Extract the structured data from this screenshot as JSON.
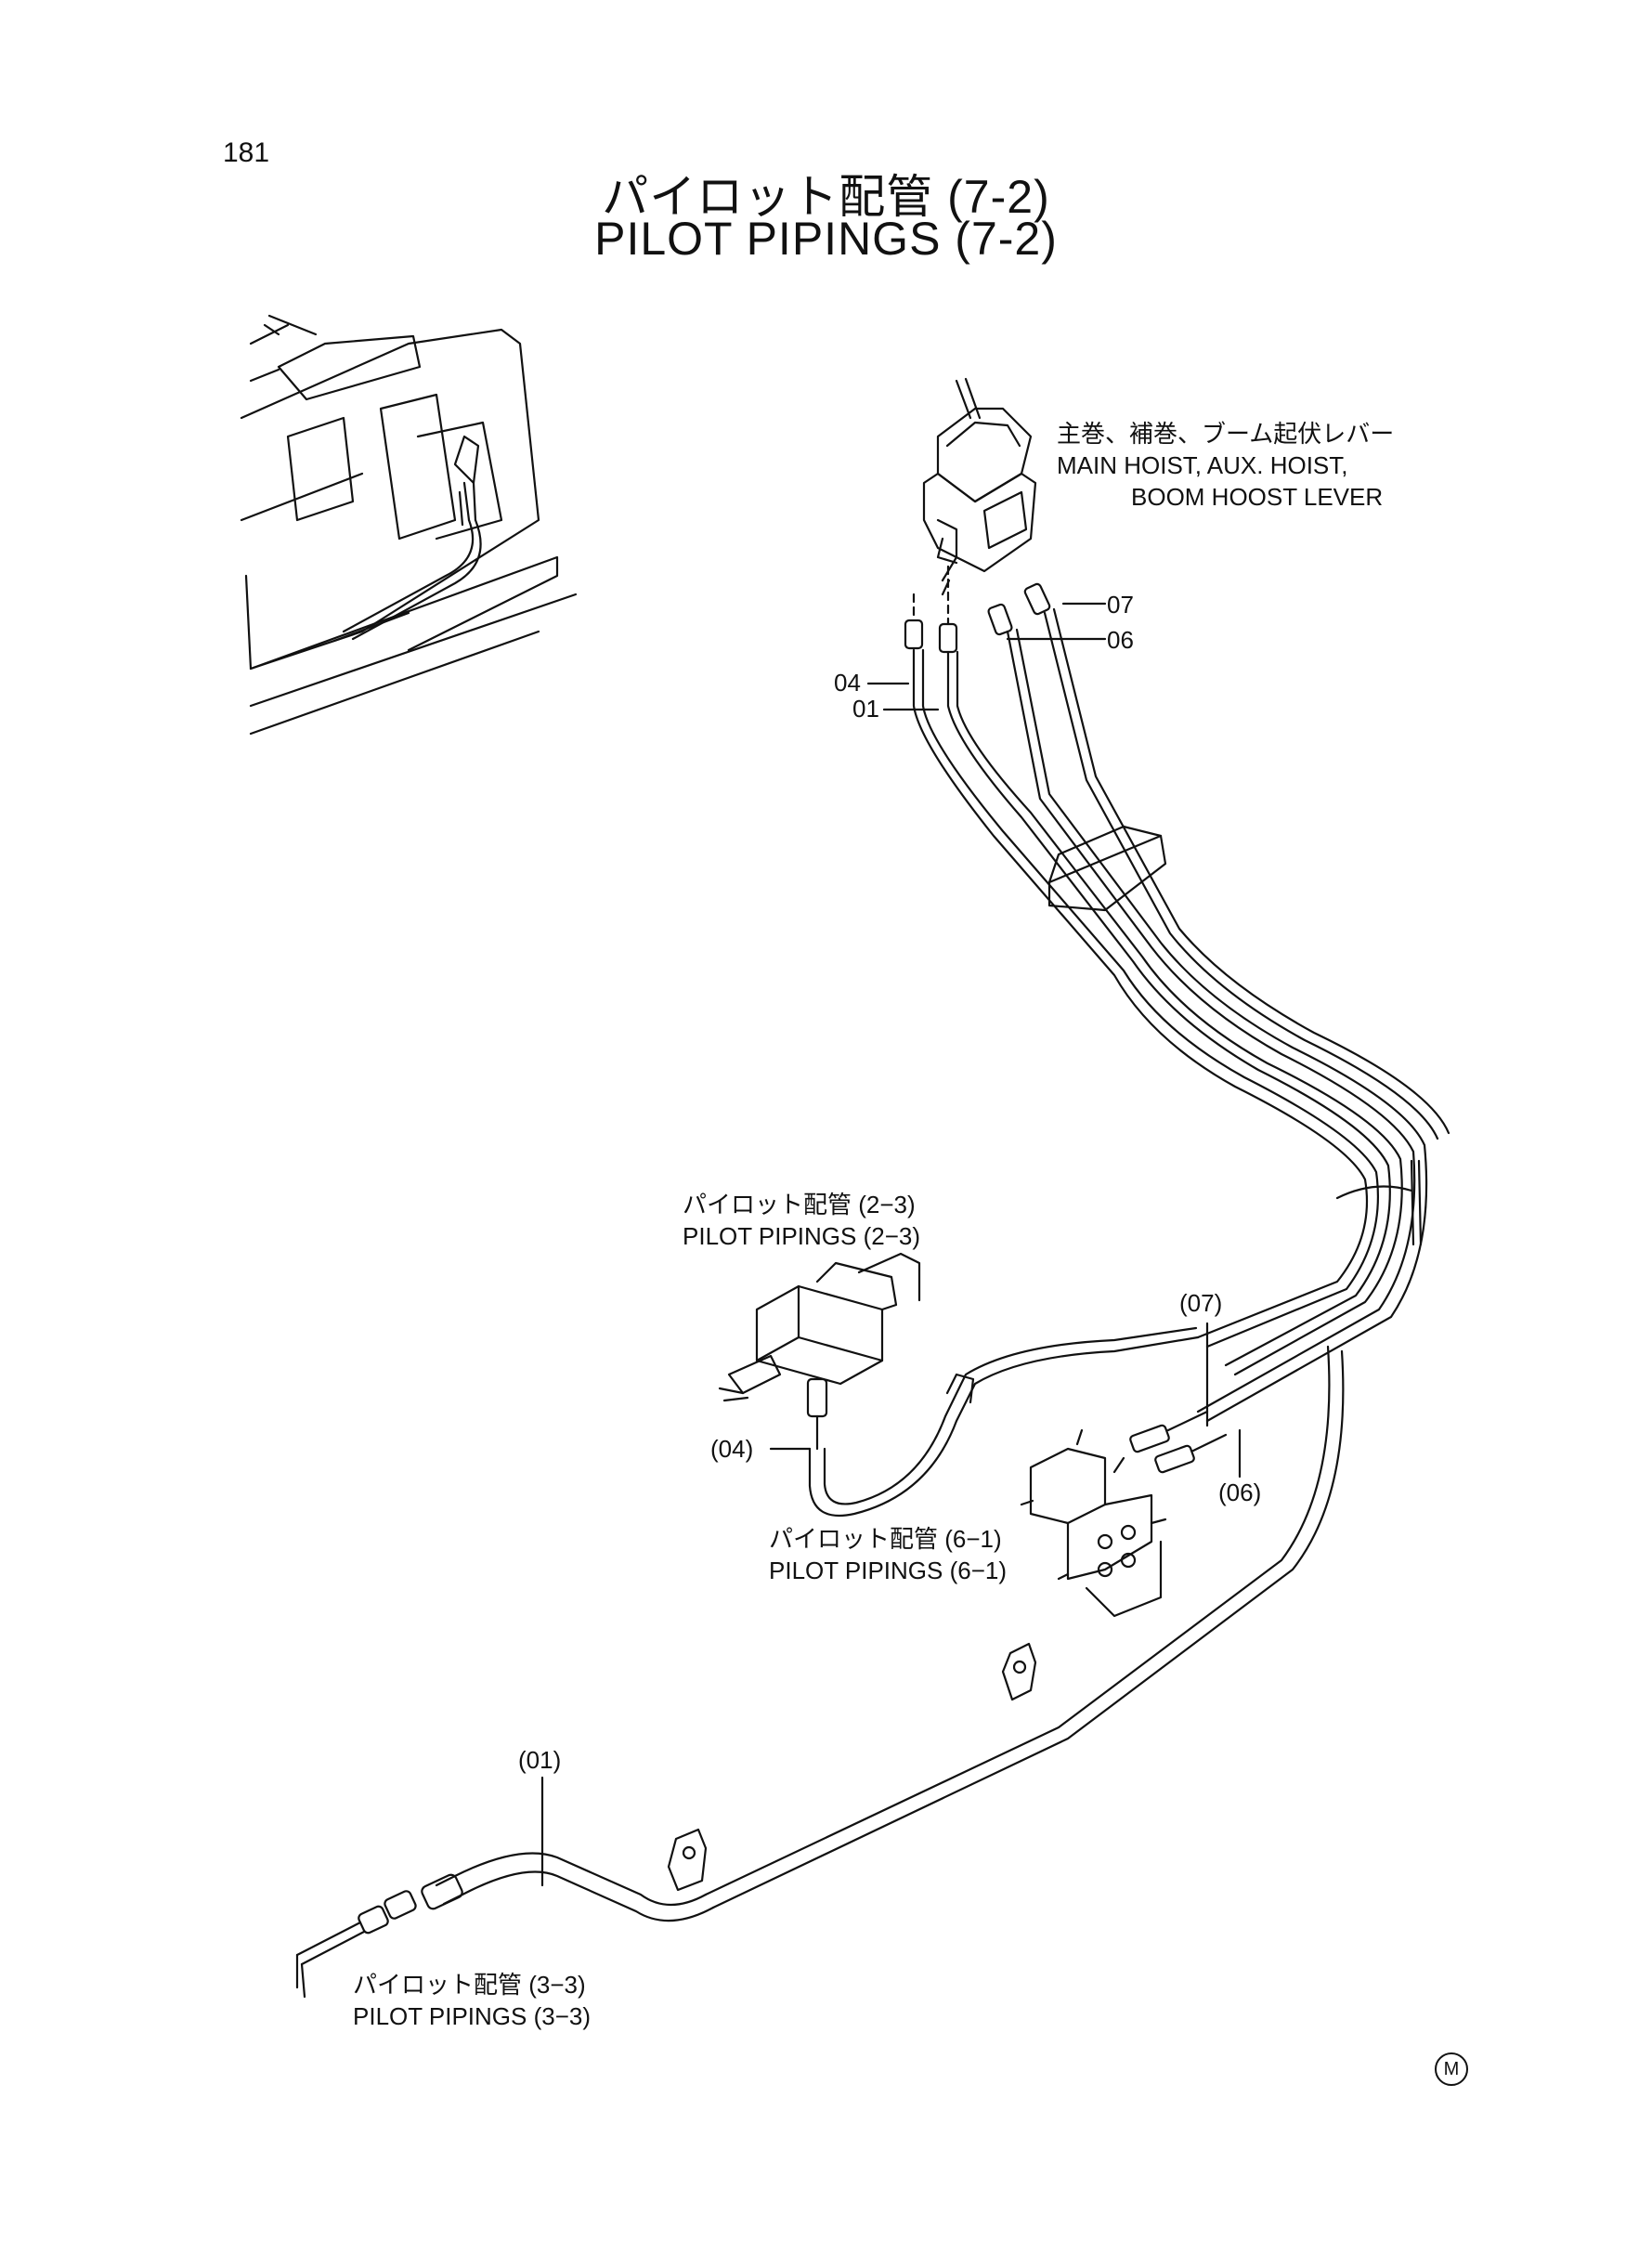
{
  "page_number": "181",
  "title": {
    "ja": "パイロット配管 (7-2)",
    "en": "PILOT PIPINGS (7-2)"
  },
  "lever_label": {
    "ja": "主巻、補巻、ブーム起伏レバー",
    "en_line1": "MAIN  HOIST, AUX. HOIST,",
    "en_line2": "BOOM  HOOST  LEVER"
  },
  "callouts": {
    "c07": "07",
    "c06": "06",
    "c04": "04",
    "c01": "01",
    "c07p": "(07)",
    "c04p": "(04)",
    "c06p": "(06)",
    "c01p": "(01)"
  },
  "ref_2_3": {
    "ja": "パイロット配管 (2−3)",
    "en": "PILOT  PIPINGS  (2−3)"
  },
  "ref_6_1": {
    "ja": "パイロット配管 (6−1)",
    "en": "PILOT  PIPINGS  (6−1)"
  },
  "ref_3_3": {
    "ja": "パイロット配管 (3−3)",
    "en": "PILOT  PIPINGS  (3−3)"
  },
  "mark": "M"
}
